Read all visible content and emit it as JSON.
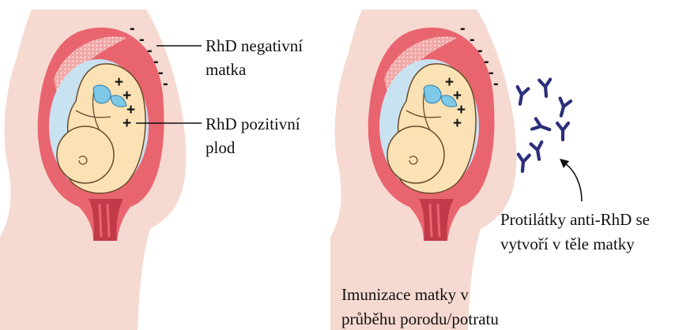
{
  "labels": {
    "mother_line1": "RhD negativní",
    "mother_line2": "matka",
    "fetus_line1": "RhD pozitivní",
    "fetus_line2": "plod",
    "antibodies_line1": "Protilátky anti-RhD se",
    "antibodies_line2": "vytvoří v těle matky",
    "caption_line1": "Imunizace matky v",
    "caption_line2": "průběhu porodu/potratu"
  },
  "signs": {
    "negative": "-",
    "positive": "+"
  },
  "icons": {
    "mother_body": "pregnant-body-icon",
    "uterus": "uterus-icon",
    "fetus": "fetus-icon",
    "placenta": "placenta-icon",
    "antibody": "antibody-y-icon",
    "arrow": "arrow-icon"
  },
  "colors": {
    "skin": "#f6d9d0",
    "uterus_wall": "#e8656f",
    "uterus_dark": "#c23a4a",
    "amniotic": "#c9e2f2",
    "fetus": "#fbe2b5",
    "placenta_cord": "#7ec8e8",
    "antibody": "#2c2f7c",
    "text": "#111111"
  }
}
